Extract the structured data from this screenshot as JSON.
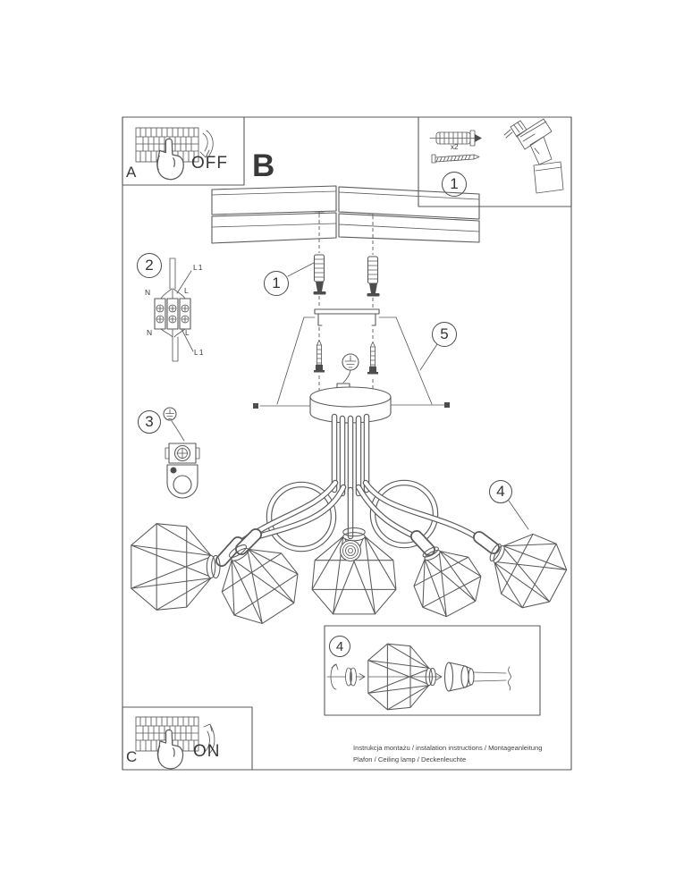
{
  "boxes": {
    "power_off": {
      "letter": "A",
      "state_label": "OFF"
    },
    "mounting_step": {
      "letter": "B"
    },
    "power_on": {
      "letter": "C",
      "state_label": "ON"
    },
    "hardware": {
      "callout_number": "1",
      "quantity_label": "x2"
    },
    "shade_assembly": {
      "callout_number": "4"
    }
  },
  "callouts": {
    "wall_anchor": "1",
    "terminal_block": "2",
    "earth_clamp": "3",
    "cage_shade": "4",
    "canopy_cover": "5"
  },
  "wiring_diagram": {
    "top_cable_label": "L1",
    "top_neutral": "N",
    "top_live": "L",
    "bottom_neutral": "N",
    "bottom_live": "L",
    "bottom_cable_label": "L1"
  },
  "footer": {
    "title_line": "Instrukcja montażu / instalation instructions / Montageanleitung",
    "product_line": "Plafon / Ceiling lamp / Deckenleuchte"
  }
}
